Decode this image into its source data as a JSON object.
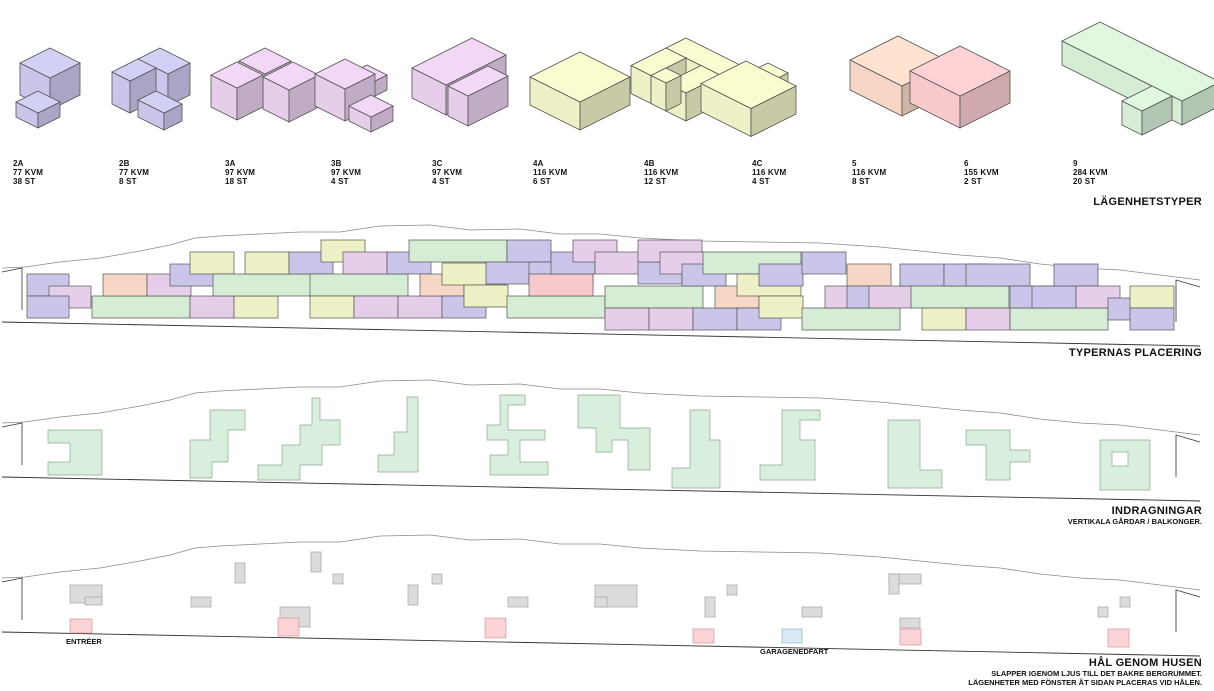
{
  "colors": {
    "type_2": "#c9c6ea",
    "type_3": "#e6cdea",
    "type_4": "#eef0c6",
    "type_5": "#f6d7c6",
    "type_6": "#f7c9cc",
    "type_9": "#d5ecd5",
    "recess": "#d8efde",
    "hole_gray": "#dcdcdc",
    "entrance": "#f9d3d6",
    "garage": "#d9ecf5",
    "outline": "#555555",
    "terrain": "#8a8a8a"
  },
  "apartment_types": [
    {
      "code": "2A",
      "area": "77 KVM",
      "count": "38 ST",
      "color_key": "type_2"
    },
    {
      "code": "2B",
      "area": "77 KVM",
      "count": "8 ST",
      "color_key": "type_2"
    },
    {
      "code": "3A",
      "area": "97 KVM",
      "count": "18 ST",
      "color_key": "type_3"
    },
    {
      "code": "3B",
      "area": "97 KVM",
      "count": "4 ST",
      "color_key": "type_3"
    },
    {
      "code": "3C",
      "area": "97 KVM",
      "count": "4 ST",
      "color_key": "type_3"
    },
    {
      "code": "4A",
      "area": "116 KVM",
      "count": "6 ST",
      "color_key": "type_4"
    },
    {
      "code": "4B",
      "area": "116 KVM",
      "count": "12 ST",
      "color_key": "type_4"
    },
    {
      "code": "4C",
      "area": "116 KVM",
      "count": "4 ST",
      "color_key": "type_4"
    },
    {
      "code": "5",
      "area": "116 KVM",
      "count": "8 ST",
      "color_key": "type_5"
    },
    {
      "code": "6",
      "area": "155 KVM",
      "count": "2 ST",
      "color_key": "type_6"
    },
    {
      "code": "9",
      "area": "284 KVM",
      "count": "20 ST",
      "color_key": "type_9"
    }
  ],
  "sections": {
    "types": {
      "title": "LÄGENHETSTYPER"
    },
    "placement": {
      "title": "TYPERNAS PLACERING"
    },
    "recesses": {
      "title": "INDRAGNINGAR",
      "subtitle": "VERTIKALA GÅRDAR / BALKONGER."
    },
    "holes": {
      "title": "HÅL GENOM HUSEN",
      "subtitle_lines": [
        "SLAPPER IGENOM LJUS TILL DET BAKRE BERGRUMMET.",
        "LÄGENHETER MED FÖNSTER ÅT SIDAN PLACERAS VID HÅLEN."
      ],
      "entrance_label": "ENTRÉER",
      "garage_label": "GARAGENEDFART"
    }
  }
}
